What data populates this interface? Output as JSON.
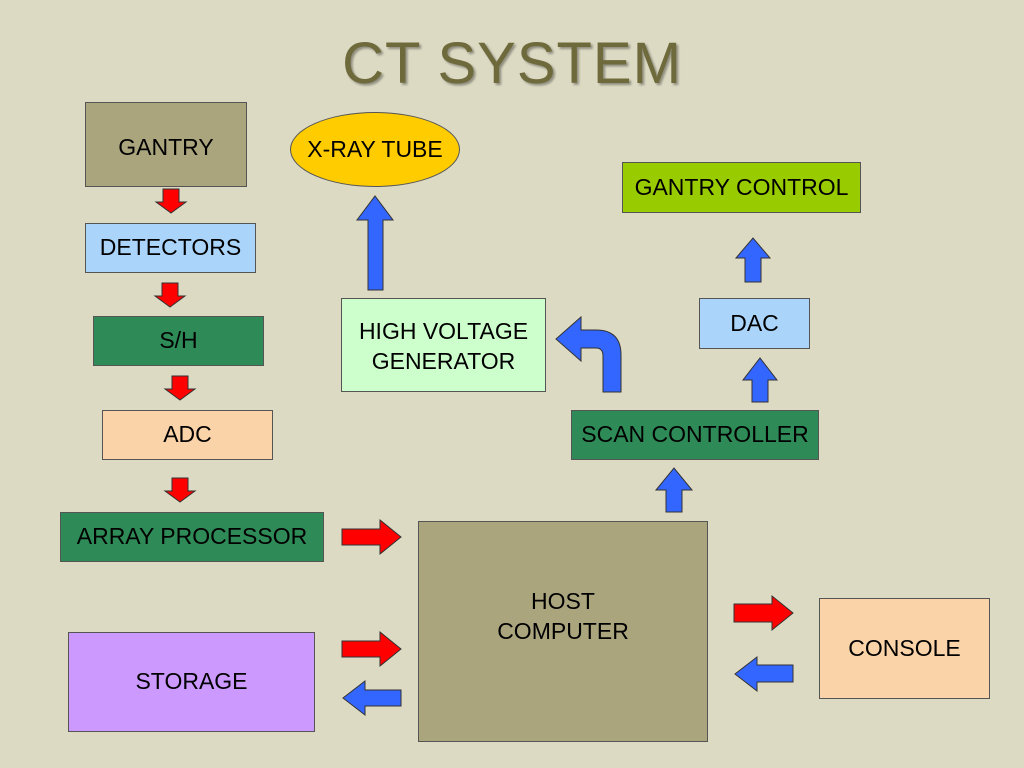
{
  "title": "CT SYSTEM",
  "colors": {
    "background": "#dcdac3",
    "gantry": "#aba57e",
    "detectors": "#aad4fa",
    "sh": "#2e8b57",
    "adc": "#fbd3a9",
    "array_processor": "#2e8b57",
    "storage": "#cc99ff",
    "host": "#aba57e",
    "console": "#fbd3a9",
    "xray_tube": "#ffcc00",
    "hv_generator": "#ccffcc",
    "gantry_control": "#99cc00",
    "dac": "#aad4fa",
    "scan_controller": "#2e8b57",
    "arrow_red": "#ff0000",
    "arrow_blue": "#3366ff"
  },
  "boxes": {
    "gantry": "GANTRY",
    "detectors": "DETECTORS",
    "sh": "S/H",
    "adc": "ADC",
    "array_processor": "ARRAY PROCESSOR",
    "storage": "STORAGE",
    "host": "HOST\nCOMPUTER",
    "console": "CONSOLE",
    "xray_tube": "X-RAY TUBE",
    "hv_generator": "HIGH VOLTAGE\nGENERATOR",
    "gantry_control": "GANTRY CONTROL",
    "dac": "DAC",
    "scan_controller": "SCAN CONTROLLER"
  }
}
